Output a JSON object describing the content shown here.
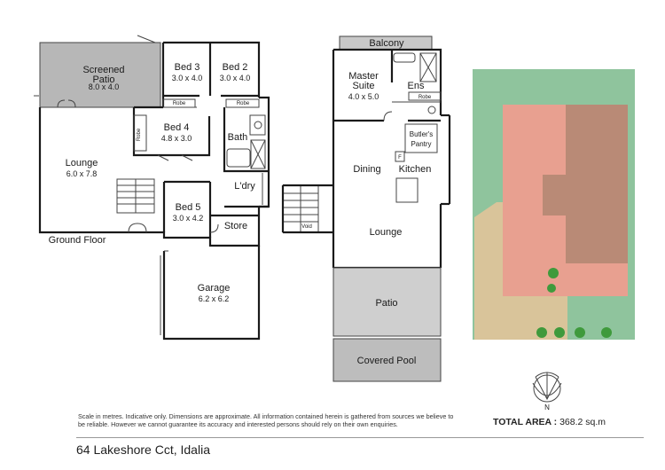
{
  "ground_floor": {
    "label": "Ground Floor",
    "rooms": {
      "screened_patio": {
        "name": "Screened\nPatio",
        "dims": "8.0 x 4.0"
      },
      "bed3": {
        "name": "Bed 3",
        "dims": "3.0 x 4.0"
      },
      "bed2": {
        "name": "Bed 2",
        "dims": "3.0 x 4.0"
      },
      "bed4": {
        "name": "Bed 4",
        "dims": "4.8 x 3.0"
      },
      "bath": {
        "name": "Bath"
      },
      "lounge": {
        "name": "Lounge",
        "dims": "6.0 x 7.8"
      },
      "laundry": {
        "name": "L'dry"
      },
      "bed5": {
        "name": "Bed 5",
        "dims": "3.0 x 4.2"
      },
      "store": {
        "name": "Store"
      },
      "garage": {
        "name": "Garage",
        "dims": "6.2 x 6.2"
      }
    },
    "robe_labels": [
      "Robe",
      "Robe",
      "Robe"
    ]
  },
  "upper_floor": {
    "rooms": {
      "balcony": {
        "name": "Balcony"
      },
      "master_suite": {
        "name": "Master\nSuite",
        "dims": "4.0 x 5.0"
      },
      "ens": {
        "name": "Ens"
      },
      "robe": {
        "name": "Robe"
      },
      "butlers_pantry": {
        "name": "Butler's\nPantry"
      },
      "fridge": {
        "name": "F"
      },
      "dining": {
        "name": "Dining"
      },
      "kitchen": {
        "name": "Kitchen"
      },
      "void": {
        "name": "Void"
      },
      "lounge": {
        "name": "Lounge"
      },
      "patio": {
        "name": "Patio"
      },
      "covered_pool": {
        "name": "Covered Pool"
      }
    }
  },
  "compass": {
    "label": "N"
  },
  "colors": {
    "site_grass": "#8fc49d",
    "driveway": "#d9c49a",
    "house_roof": "#b98a76",
    "house_wing": "#e8a090",
    "screened_patio": "#b7b7b7",
    "patio": "#cfcfcf",
    "pool": "#bdbdbd",
    "tree": "#3f9a3c"
  },
  "disclaimer": "Scale in metres. Indicative only. Dimensions are approximate. All information contained herein is gathered from sources we believe to be reliable. However we cannot guarantee its accuracy and interested persons should rely on their own enquiries.",
  "total_area": {
    "label": "TOTAL AREA :",
    "value": "368.2 sq.m"
  },
  "address": "64 Lakeshore Cct, Idalia"
}
